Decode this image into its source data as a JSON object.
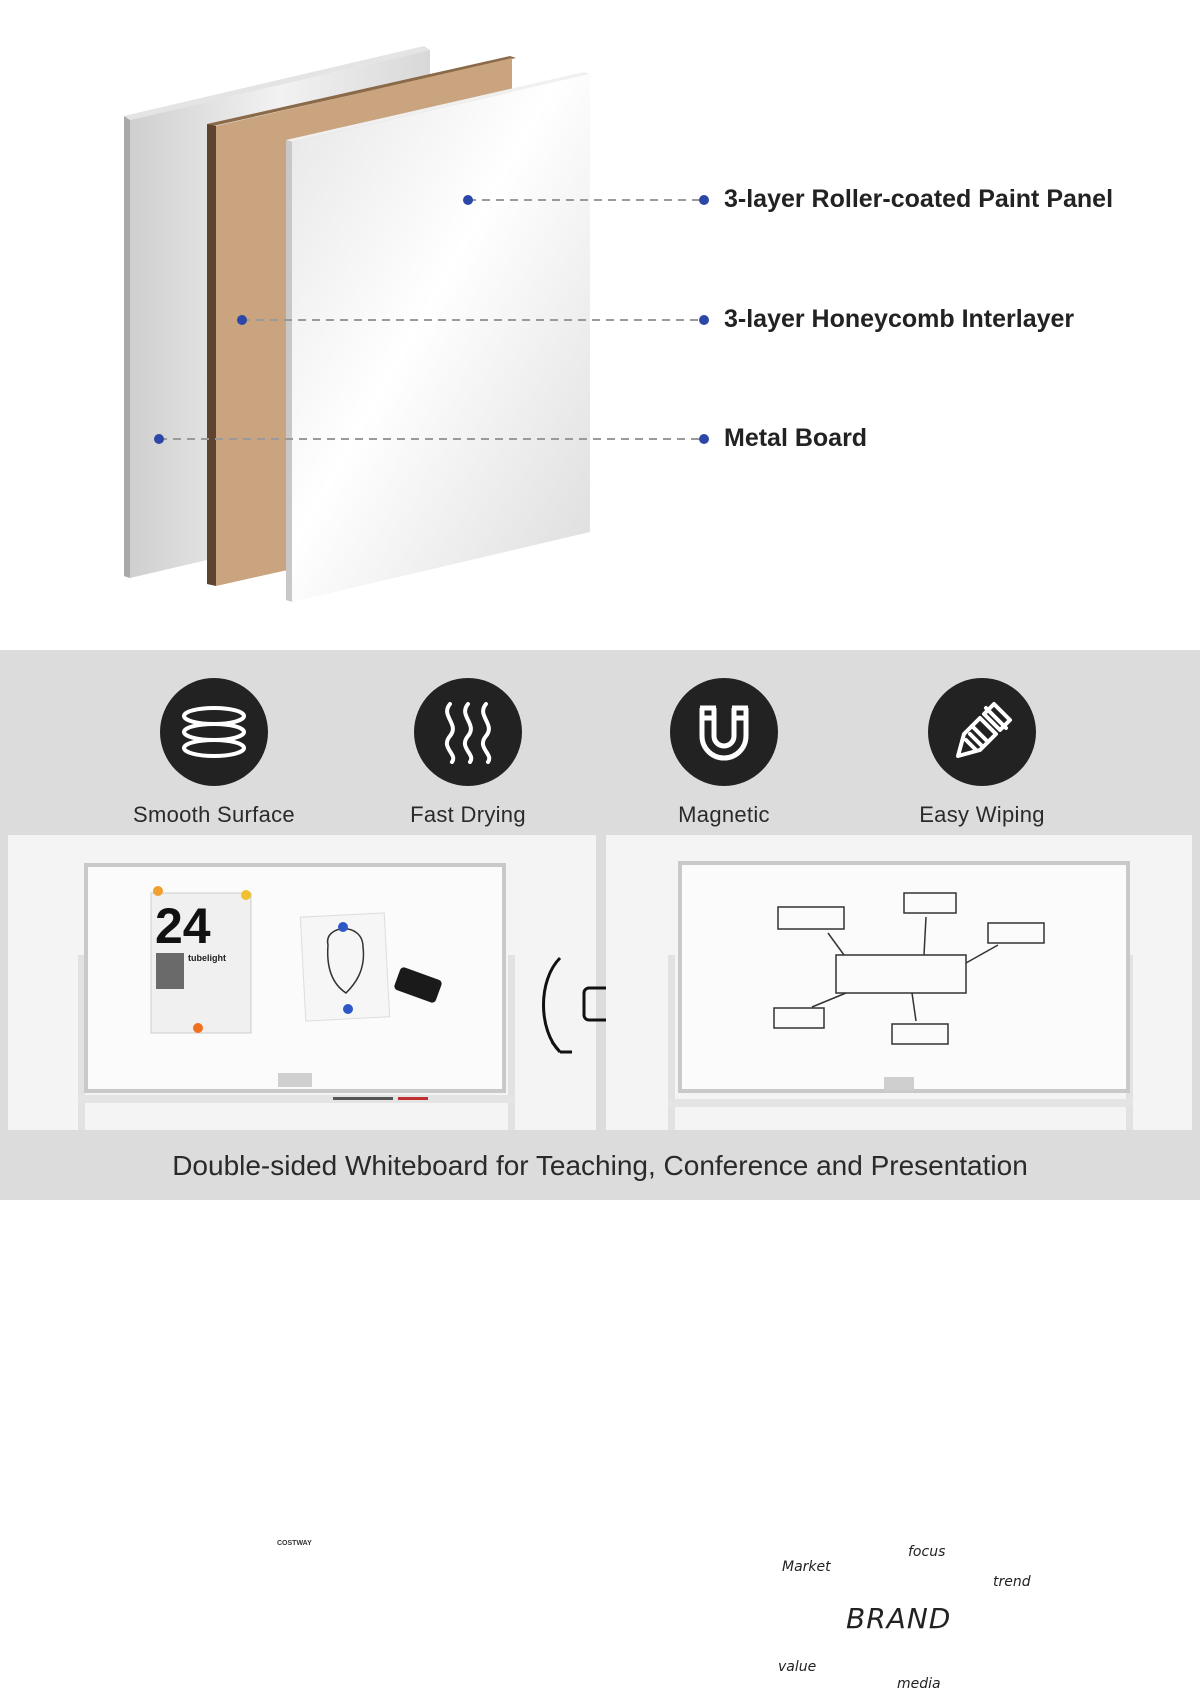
{
  "layers": {
    "items": [
      {
        "label": "3-layer Roller-coated Paint Panel"
      },
      {
        "label": "3-layer Honeycomb Interlayer"
      },
      {
        "label": "Metal Board"
      }
    ],
    "colors": {
      "dot": "#2d47a8",
      "line": "#9a9a9a"
    }
  },
  "features": [
    {
      "label": "Smooth Surface",
      "icon": "layers-icon"
    },
    {
      "label": "Fast Drying",
      "icon": "heat-waves-icon"
    },
    {
      "label": "Magnetic",
      "icon": "magnet-icon"
    },
    {
      "label": "Easy Wiping",
      "icon": "brush-icon"
    }
  ],
  "left_board": {
    "poster_number": "24",
    "poster_text": "tubelight",
    "brand": "COSTWAY"
  },
  "right_board": {
    "center": "BRAND",
    "words": [
      "Market",
      "focus",
      "trend",
      "value",
      "media"
    ]
  },
  "caption": "Double-sided Whiteboard for Teaching, Conference and Presentation"
}
